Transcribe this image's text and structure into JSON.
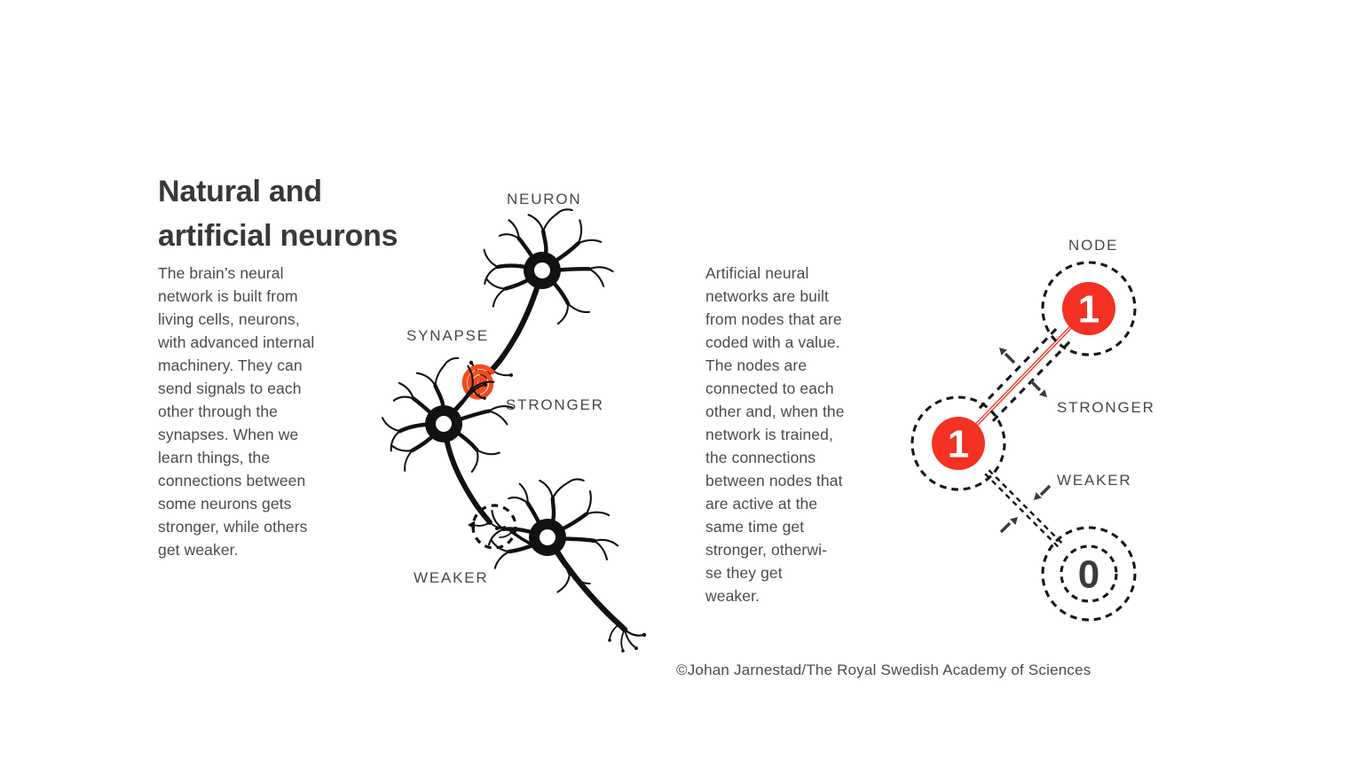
{
  "page": {
    "background": "#ffffff",
    "credit": "©Johan Jarnestad/The Royal Swedish Academy of Sciences"
  },
  "colors": {
    "ink_black": "#111111",
    "heading_gray": "#38383A",
    "body_gray": "#4B4B4E",
    "label_gray": "#47474A",
    "accent_red_node": "#F43123",
    "accent_red_spiral": "#F44C1F"
  },
  "heading": {
    "title": "Natural and\nartificial neurons"
  },
  "natural_section": {
    "body": "The brain’s neural\nnetwork is built from\nliving cells, neurons,\nwith advanced internal\nmachinery. They can\nsend signals to each\nother through the\nsynapses. When we\nlearn things, the\nconnections between\nsome neurons gets\nstronger, while others\nget weaker.",
    "labels": {
      "neuron": "NEURON",
      "synapse": "SYNAPSE",
      "stronger": "STRONGER",
      "weaker": "WEAKER"
    }
  },
  "artificial_section": {
    "body": "Artificial neural\nnetworks are built\nfrom nodes that are\ncoded with a value.\nThe nodes are\nconnected to each\nother and, when the\nnetwork is trained,\nthe connections\nbetween nodes that\nare active at the\nsame time get\nstronger, otherwi-\nse they get\nweaker.",
    "labels": {
      "node": "NODE",
      "stronger": "STRONGER",
      "weaker": "WEAKER"
    },
    "nodes": [
      {
        "id": "top",
        "value": "1",
        "state": "active"
      },
      {
        "id": "left",
        "value": "1",
        "state": "active"
      },
      {
        "id": "bottom",
        "value": "0",
        "state": "inactive"
      }
    ],
    "connections": [
      {
        "from": "left",
        "to": "top",
        "state": "stronger"
      },
      {
        "from": "left",
        "to": "bottom",
        "state": "weaker"
      }
    ]
  }
}
